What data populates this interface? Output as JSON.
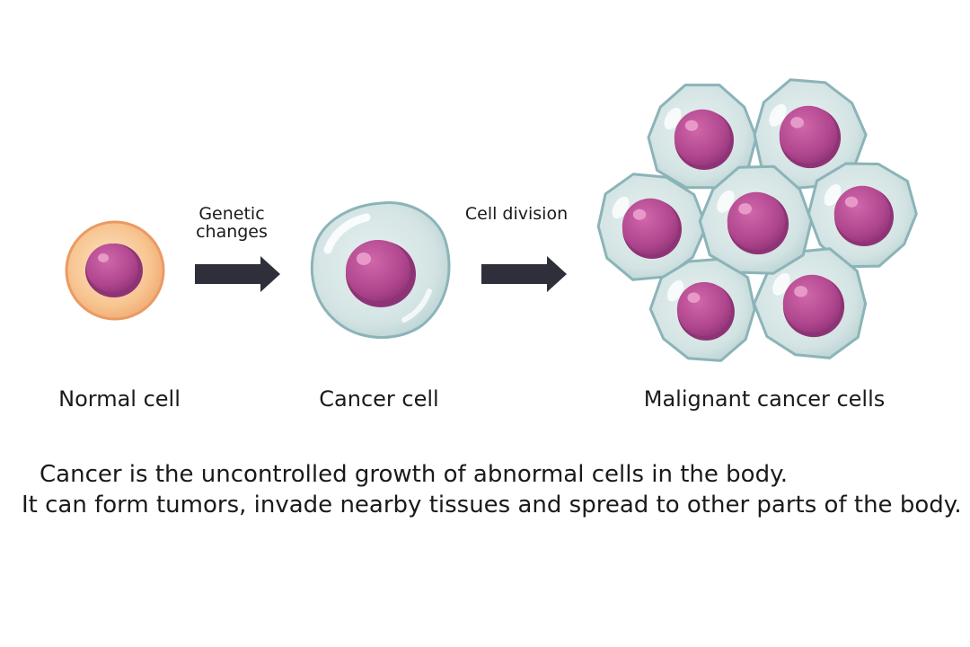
{
  "labels": {
    "normal": "Normal cell",
    "cancer": "Cancer cell",
    "malignant": "Malignant cancer cells"
  },
  "arrows": {
    "first_line1": "Genetic",
    "first_line2": "changes",
    "second": "Cell division"
  },
  "caption": {
    "line1": "Cancer is the uncontrolled growth of abnormal cells in the body.",
    "line2": "It can form tumors, invade nearby tissues and spread to other parts of the body."
  },
  "colors": {
    "normal_cytoplasm": "#f7c48f",
    "normal_membrane": "#ea9a63",
    "nucleus": "#b0468e",
    "nucleus_dark": "#8e3375",
    "cancer_cytoplasm": "#d3e3e3",
    "cancer_membrane": "#8bb4b8",
    "arrow": "#2e2f3a"
  }
}
